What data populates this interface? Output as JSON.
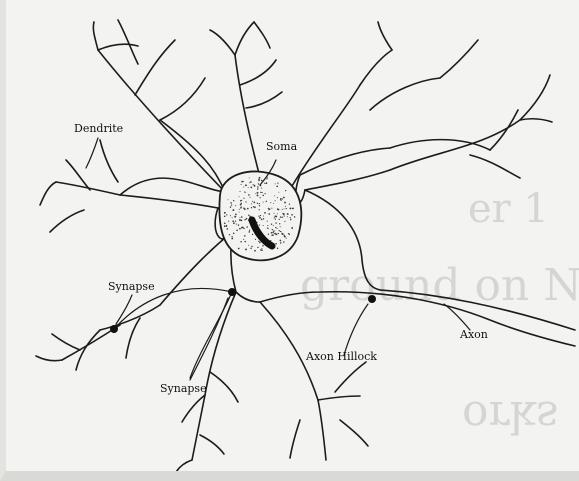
{
  "labels": {
    "dendrite": "Dendrite",
    "soma": "Soma",
    "synapse_left": "Synapse",
    "synapse_bottom": "Synapse",
    "axon_hillock": "Axon Hillock",
    "axon": "Axon"
  },
  "show_through_text": [
    "er 1",
    "ground on Neural",
    "orks"
  ],
  "colors": {
    "ink": "#1c1c1c",
    "paper": "#f3f3f1",
    "bleed": "#bdbdbb"
  }
}
